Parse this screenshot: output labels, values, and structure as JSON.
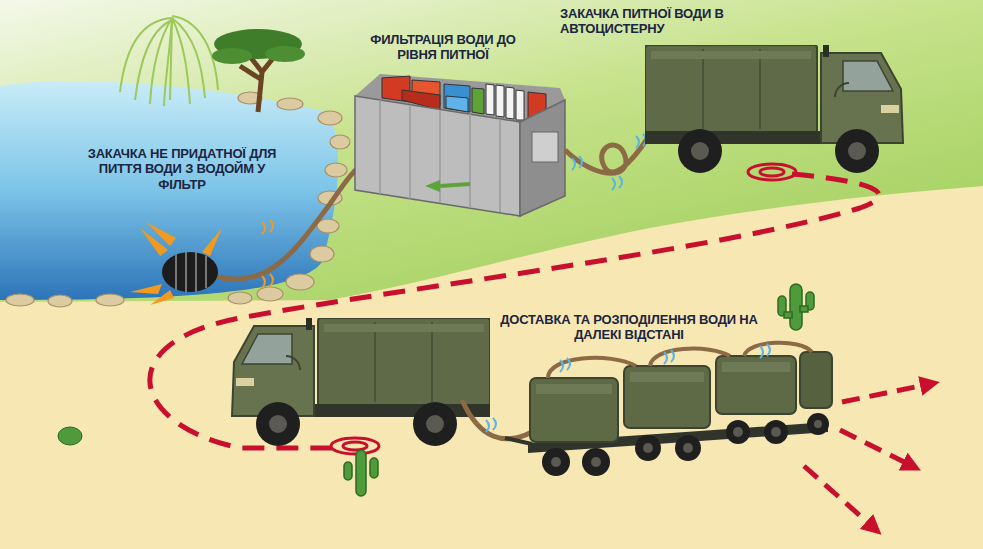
{
  "diagram": {
    "labels": [
      "ЗАКАЧКА НЕ ПРИДАТНОЇ ДЛЯ ПИТТЯ ВОДИ З ВОДОЙМ У ФІЛЬТР",
      "ФИЛЬТРАЦІЯ ВОДИ ДО РІВНЯ ПИТНОЇ",
      "ЗАКАЧКА ПИТНОЇ ВОДИ В АВТОЦИСТЕРНУ",
      "ДОСТАВКА ТА РОЗПОДІЛЕННЯ ВОДИ НА ДАЛЕКІ ВІДСТАНІ"
    ]
  }
}
